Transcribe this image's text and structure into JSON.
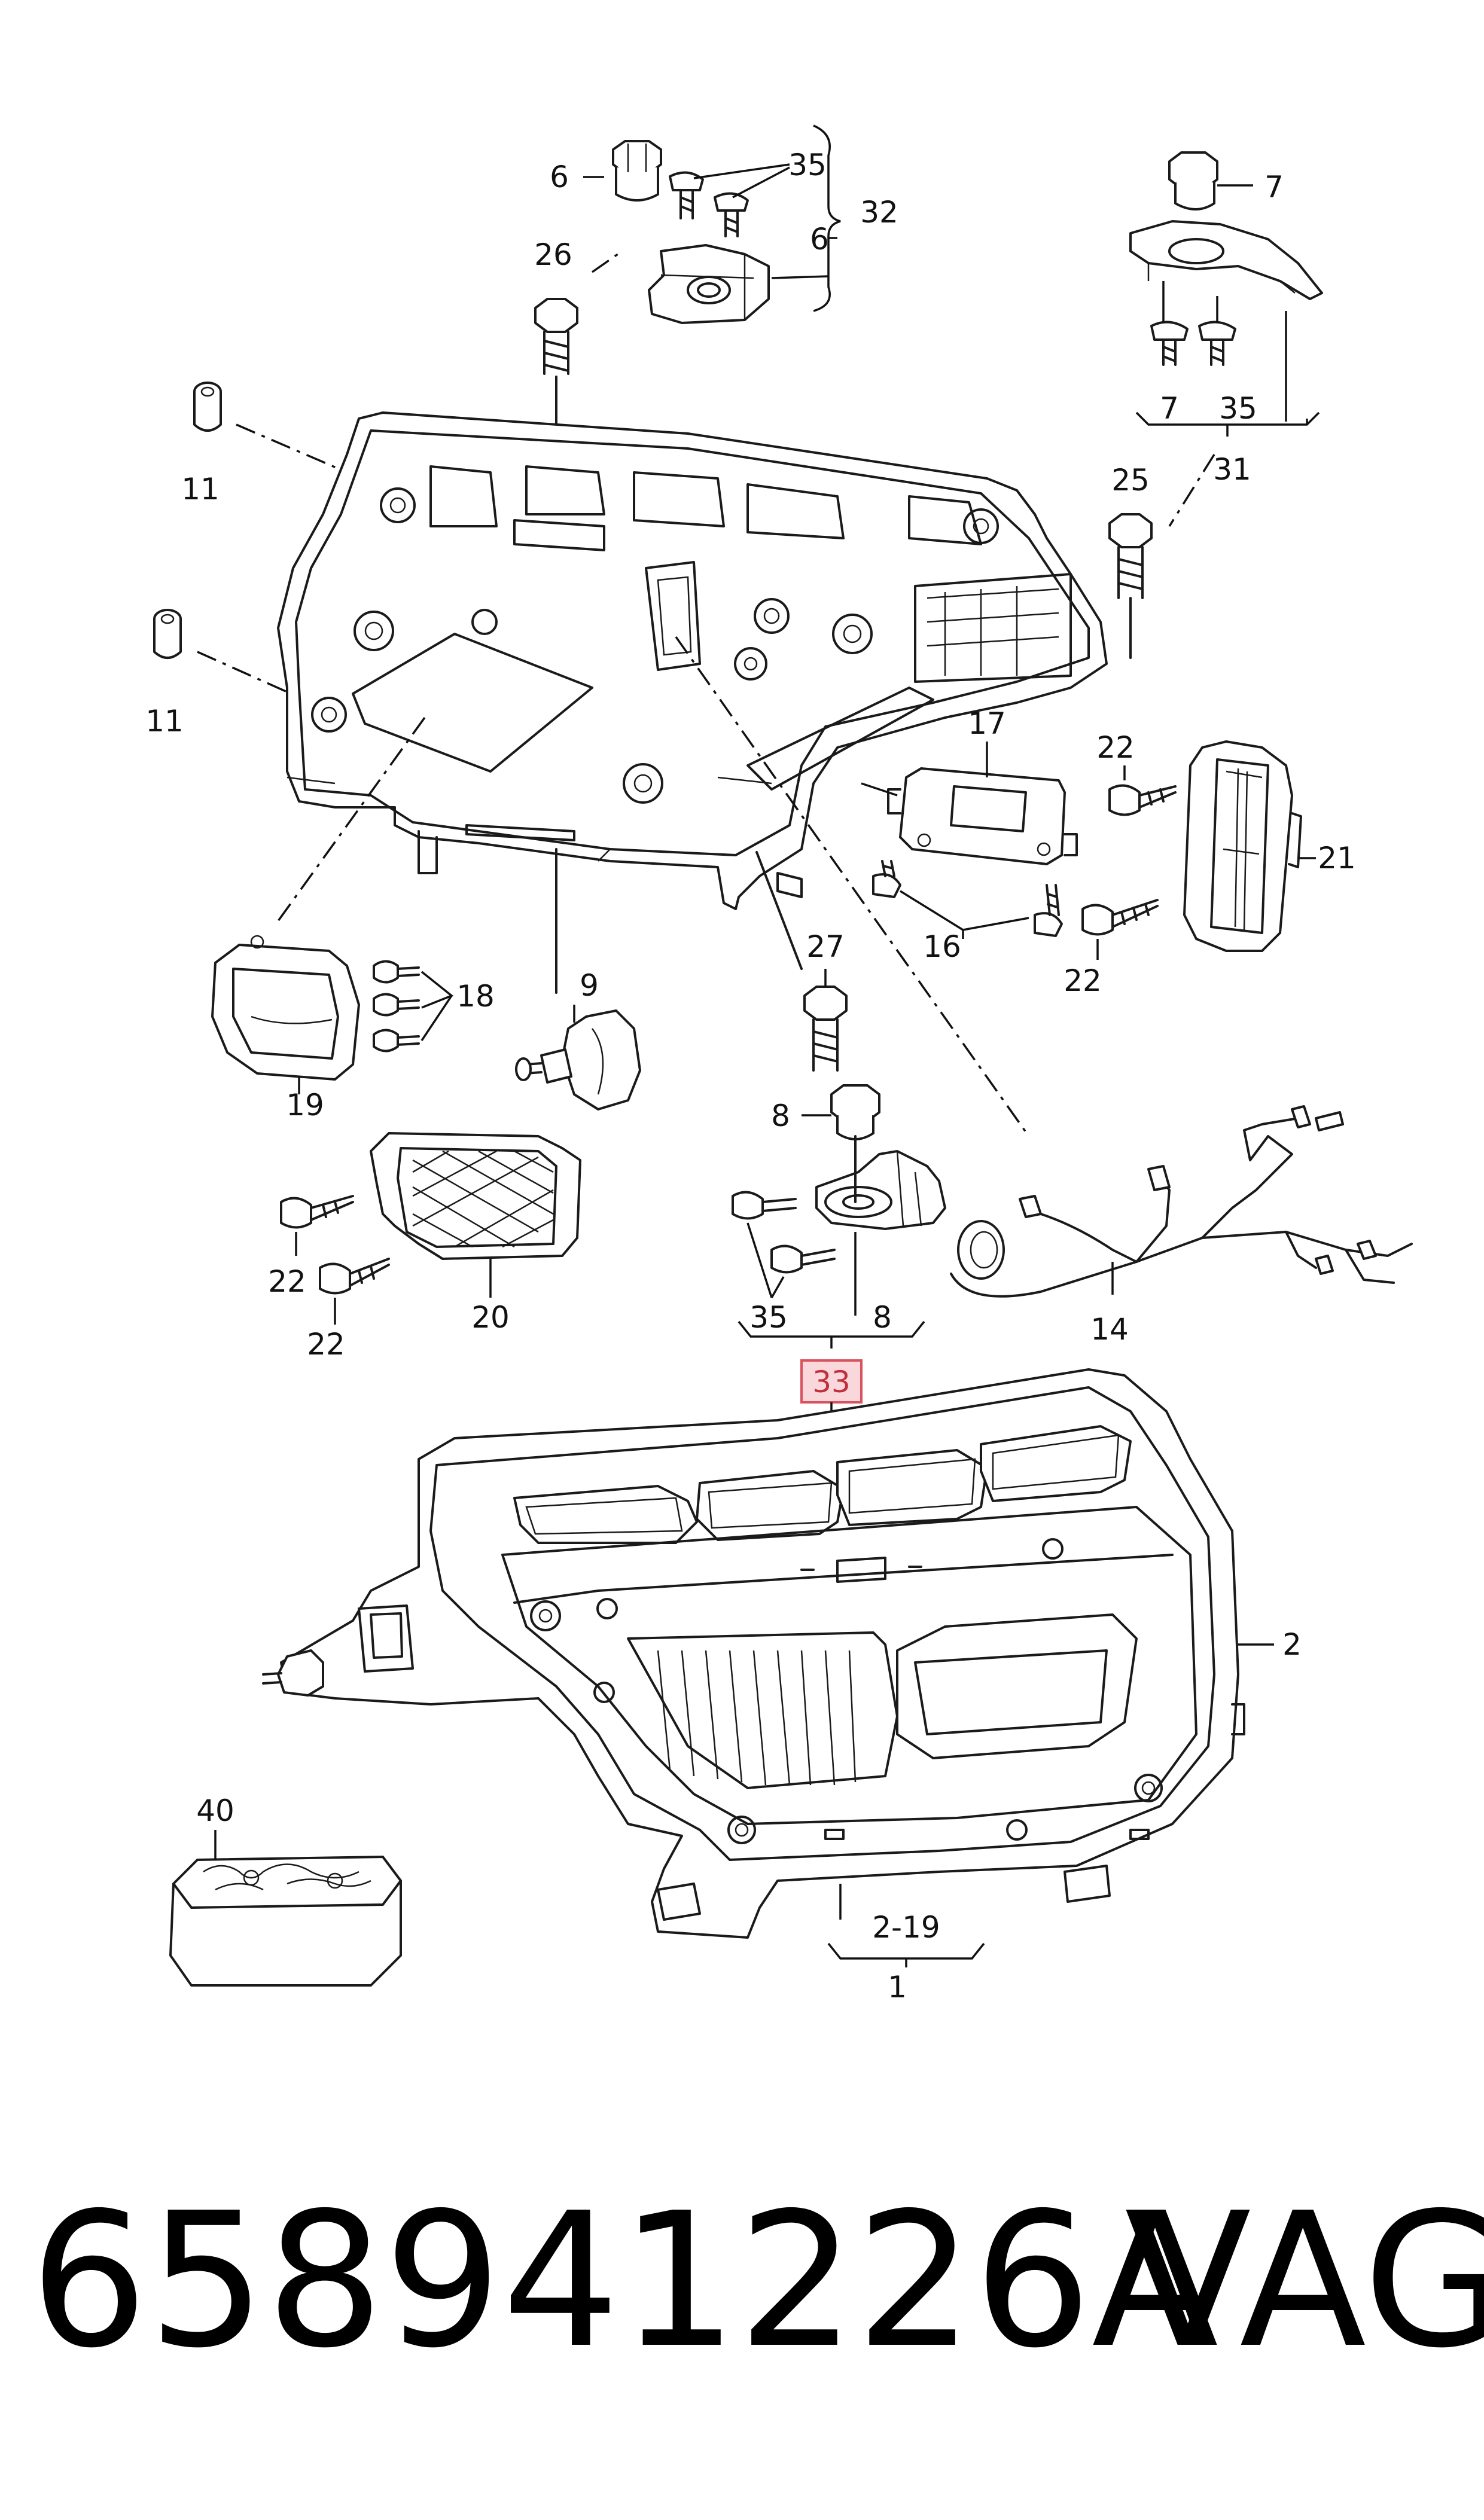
{
  "labels": {
    "l6a": "6",
    "l35a": "35",
    "l32": "32",
    "l6b": "6",
    "l26": "26",
    "l7a": "7",
    "l7b": "7",
    "l35b": "35",
    "l31": "31",
    "l11a": "11",
    "l11b": "11",
    "l25": "25",
    "l17": "17",
    "l22a": "22",
    "l21": "21",
    "l22b": "22",
    "l16": "16",
    "l18": "18",
    "l19": "19",
    "l9": "9",
    "l27": "27",
    "l8a": "8",
    "l22c": "22",
    "l22d": "22",
    "l20": "20",
    "l35c": "35",
    "l8b": "8",
    "l14": "14",
    "l33": "33",
    "l2": "2",
    "l40": "40",
    "l219": "2-19",
    "l1": "1"
  },
  "footer": {
    "part_number": "658941226A",
    "brand": "VAG"
  },
  "colors": {
    "line": "#1a1a1a",
    "highlight_fill": "#f9d7da",
    "highlight_stroke": "#d9535f"
  }
}
